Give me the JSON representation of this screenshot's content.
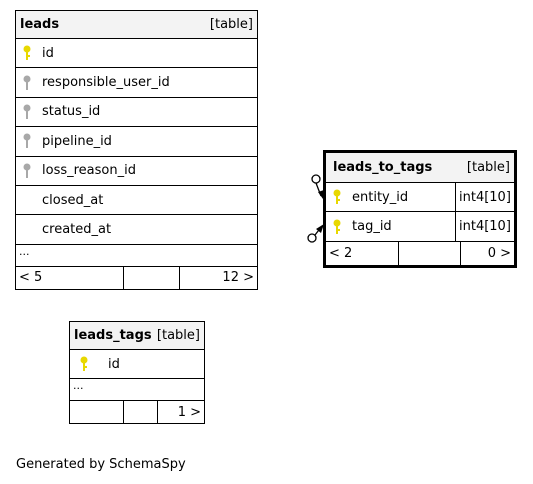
{
  "leads": {
    "name": "leads",
    "kind": "[table]",
    "columns": [
      {
        "name": "id",
        "key": "primary"
      },
      {
        "name": "responsible_user_id",
        "key": "foreign"
      },
      {
        "name": "status_id",
        "key": "foreign"
      },
      {
        "name": "pipeline_id",
        "key": "foreign"
      },
      {
        "name": "loss_reason_id",
        "key": "foreign"
      },
      {
        "name": "closed_at",
        "key": "none"
      },
      {
        "name": "created_at",
        "key": "none"
      }
    ],
    "ellipsis": "...",
    "footer_left": "< 5",
    "footer_right": "12 >"
  },
  "leads_to_tags": {
    "name": "leads_to_tags",
    "kind": "[table]",
    "columns": [
      {
        "name": "entity_id",
        "type": "int4[10]",
        "key": "primary"
      },
      {
        "name": "tag_id",
        "type": "int4[10]",
        "key": "primary"
      }
    ],
    "footer_left": "< 2",
    "footer_right": "0 >"
  },
  "leads_tags": {
    "name": "leads_tags",
    "kind": "[table]",
    "columns": [
      {
        "name": "id",
        "key": "primary"
      }
    ],
    "ellipsis": "...",
    "footer_right": "1 >"
  },
  "footer_text": "Generated by SchemaSpy",
  "colors": {
    "primary_key": "#e8d800",
    "foreign_key": "#a8a8a8",
    "header_bg": "#f3f3f3"
  }
}
